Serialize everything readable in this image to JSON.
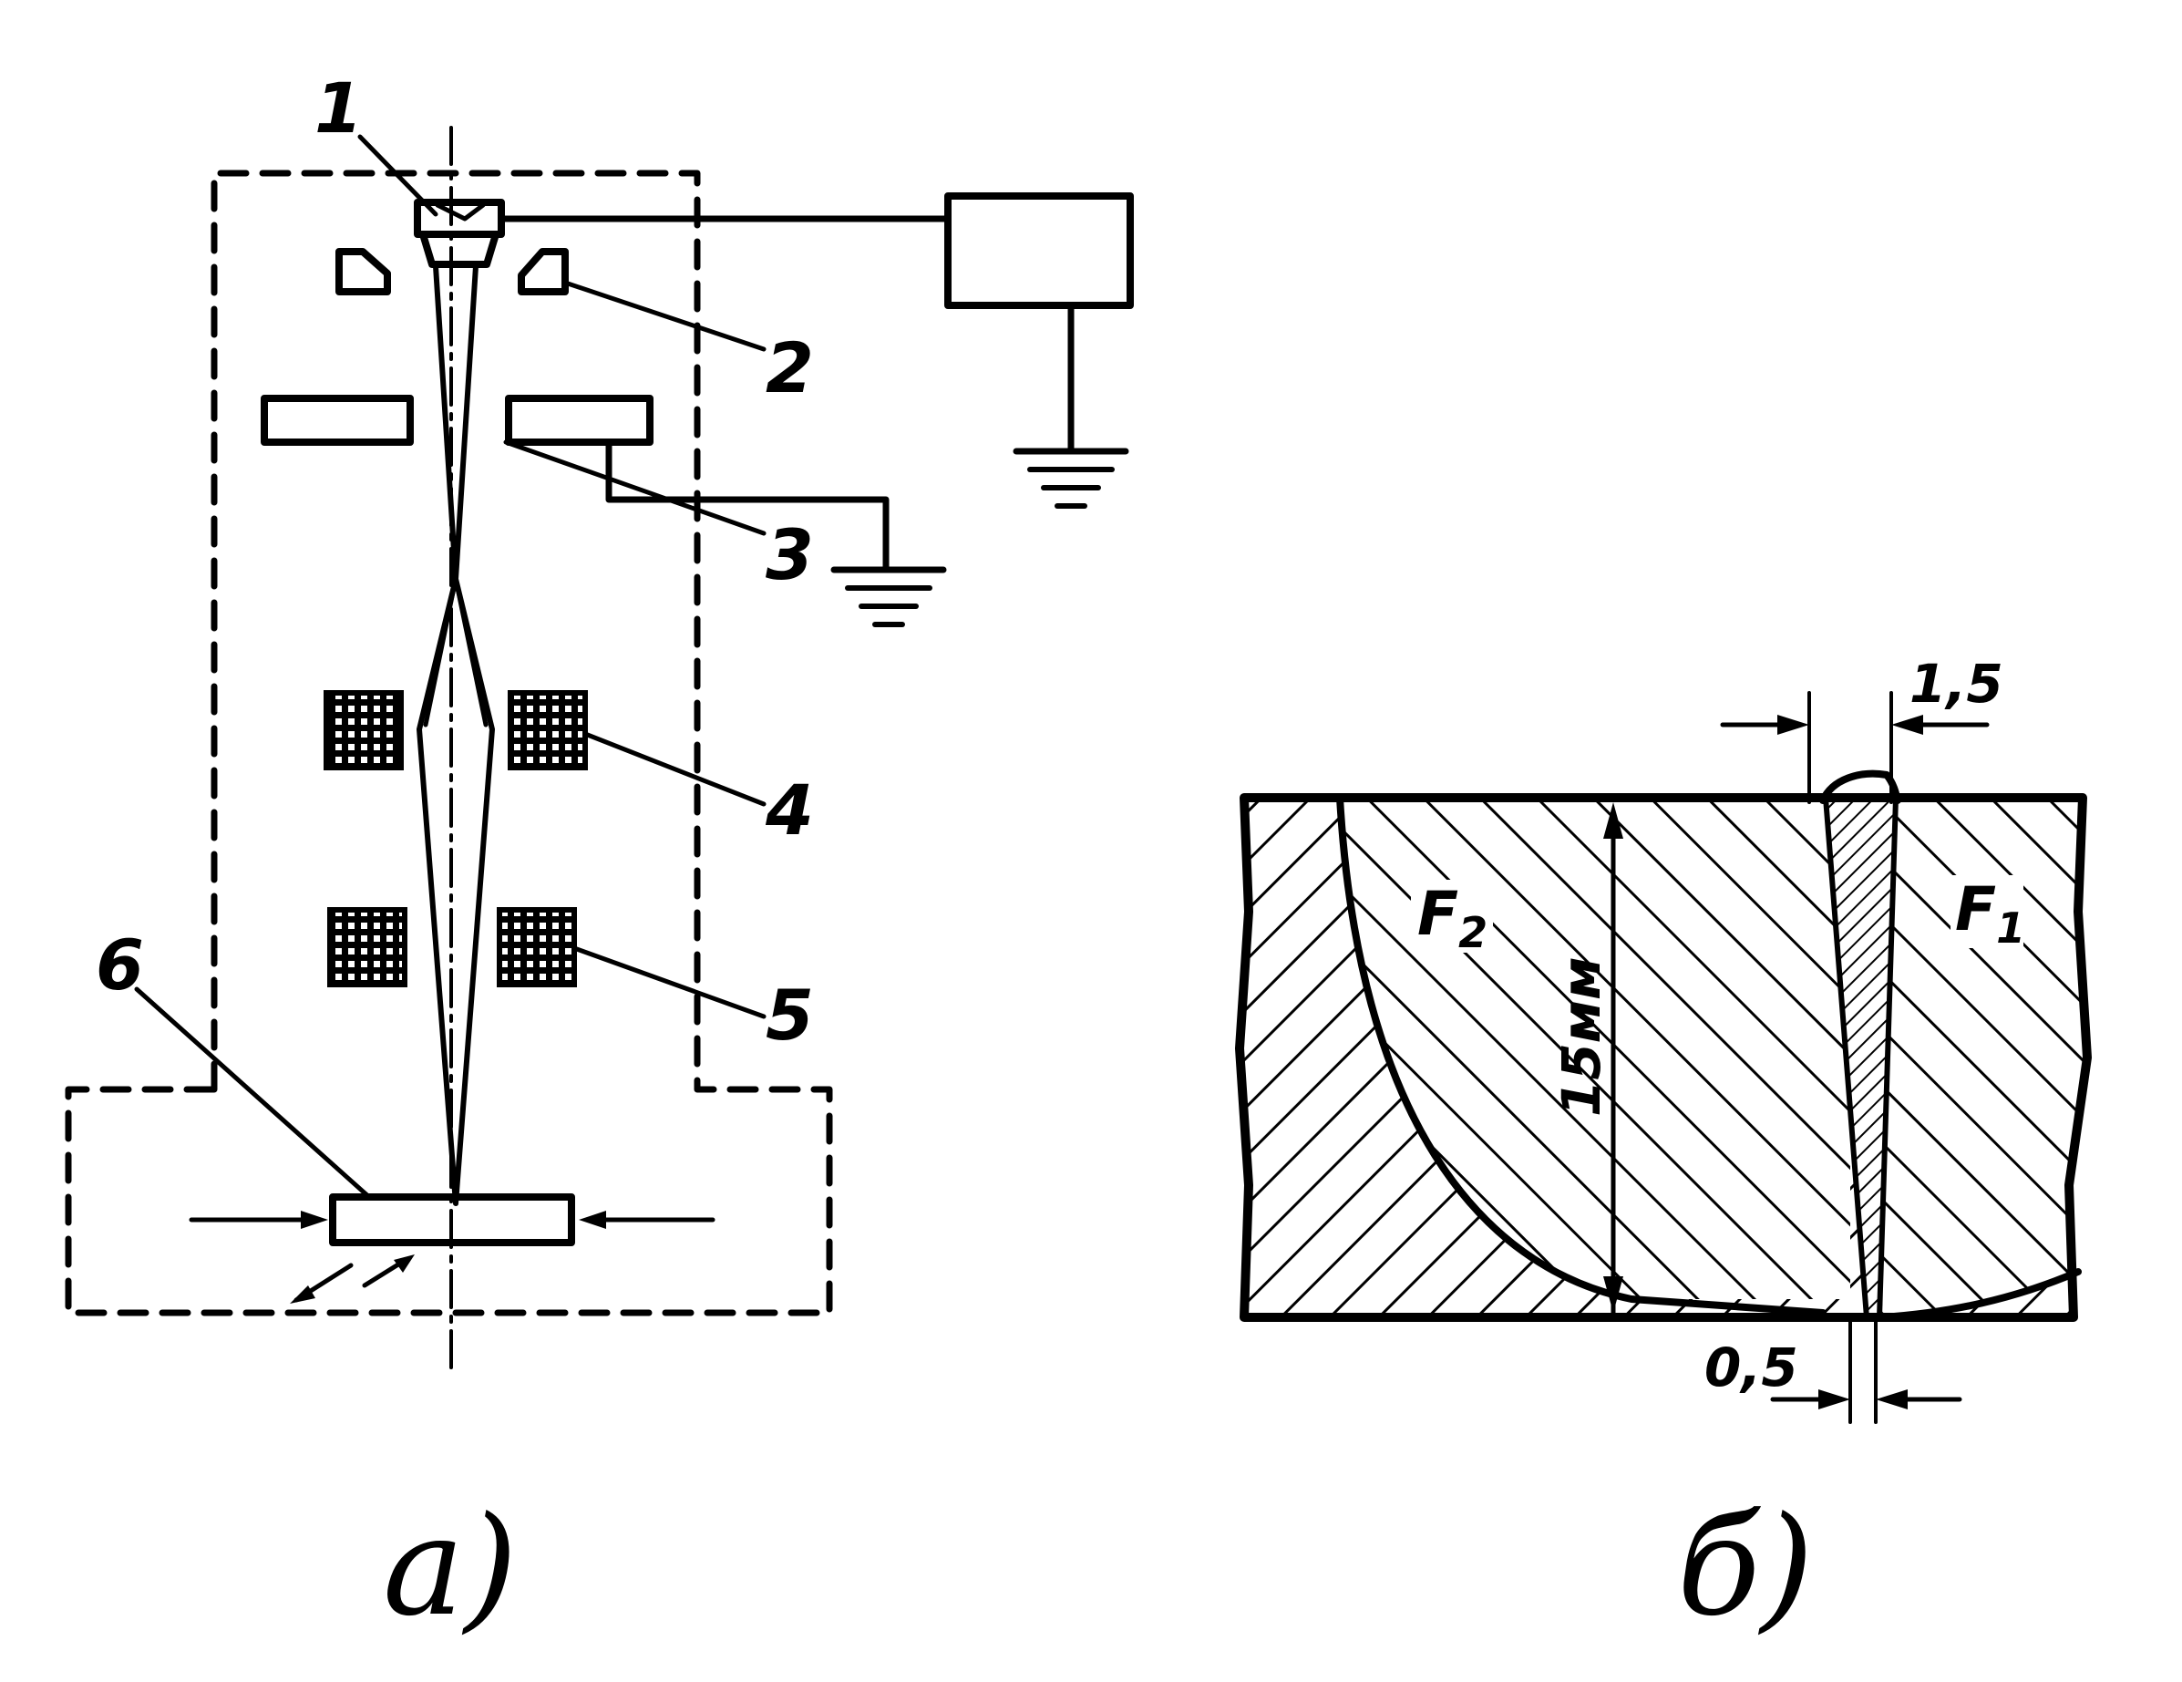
{
  "diagram_a": {
    "caption": "а)",
    "labels": [
      "1",
      "2",
      "3",
      "4",
      "5",
      "6"
    ]
  },
  "diagram_b": {
    "caption": "б)",
    "zone_labels": {
      "f2": "F",
      "f2_sub": "2",
      "f1": "F",
      "f1_sub": "1"
    },
    "dimensions": {
      "depth": "15мм",
      "top_width": "1,5",
      "bottom_width": "0,5"
    }
  }
}
